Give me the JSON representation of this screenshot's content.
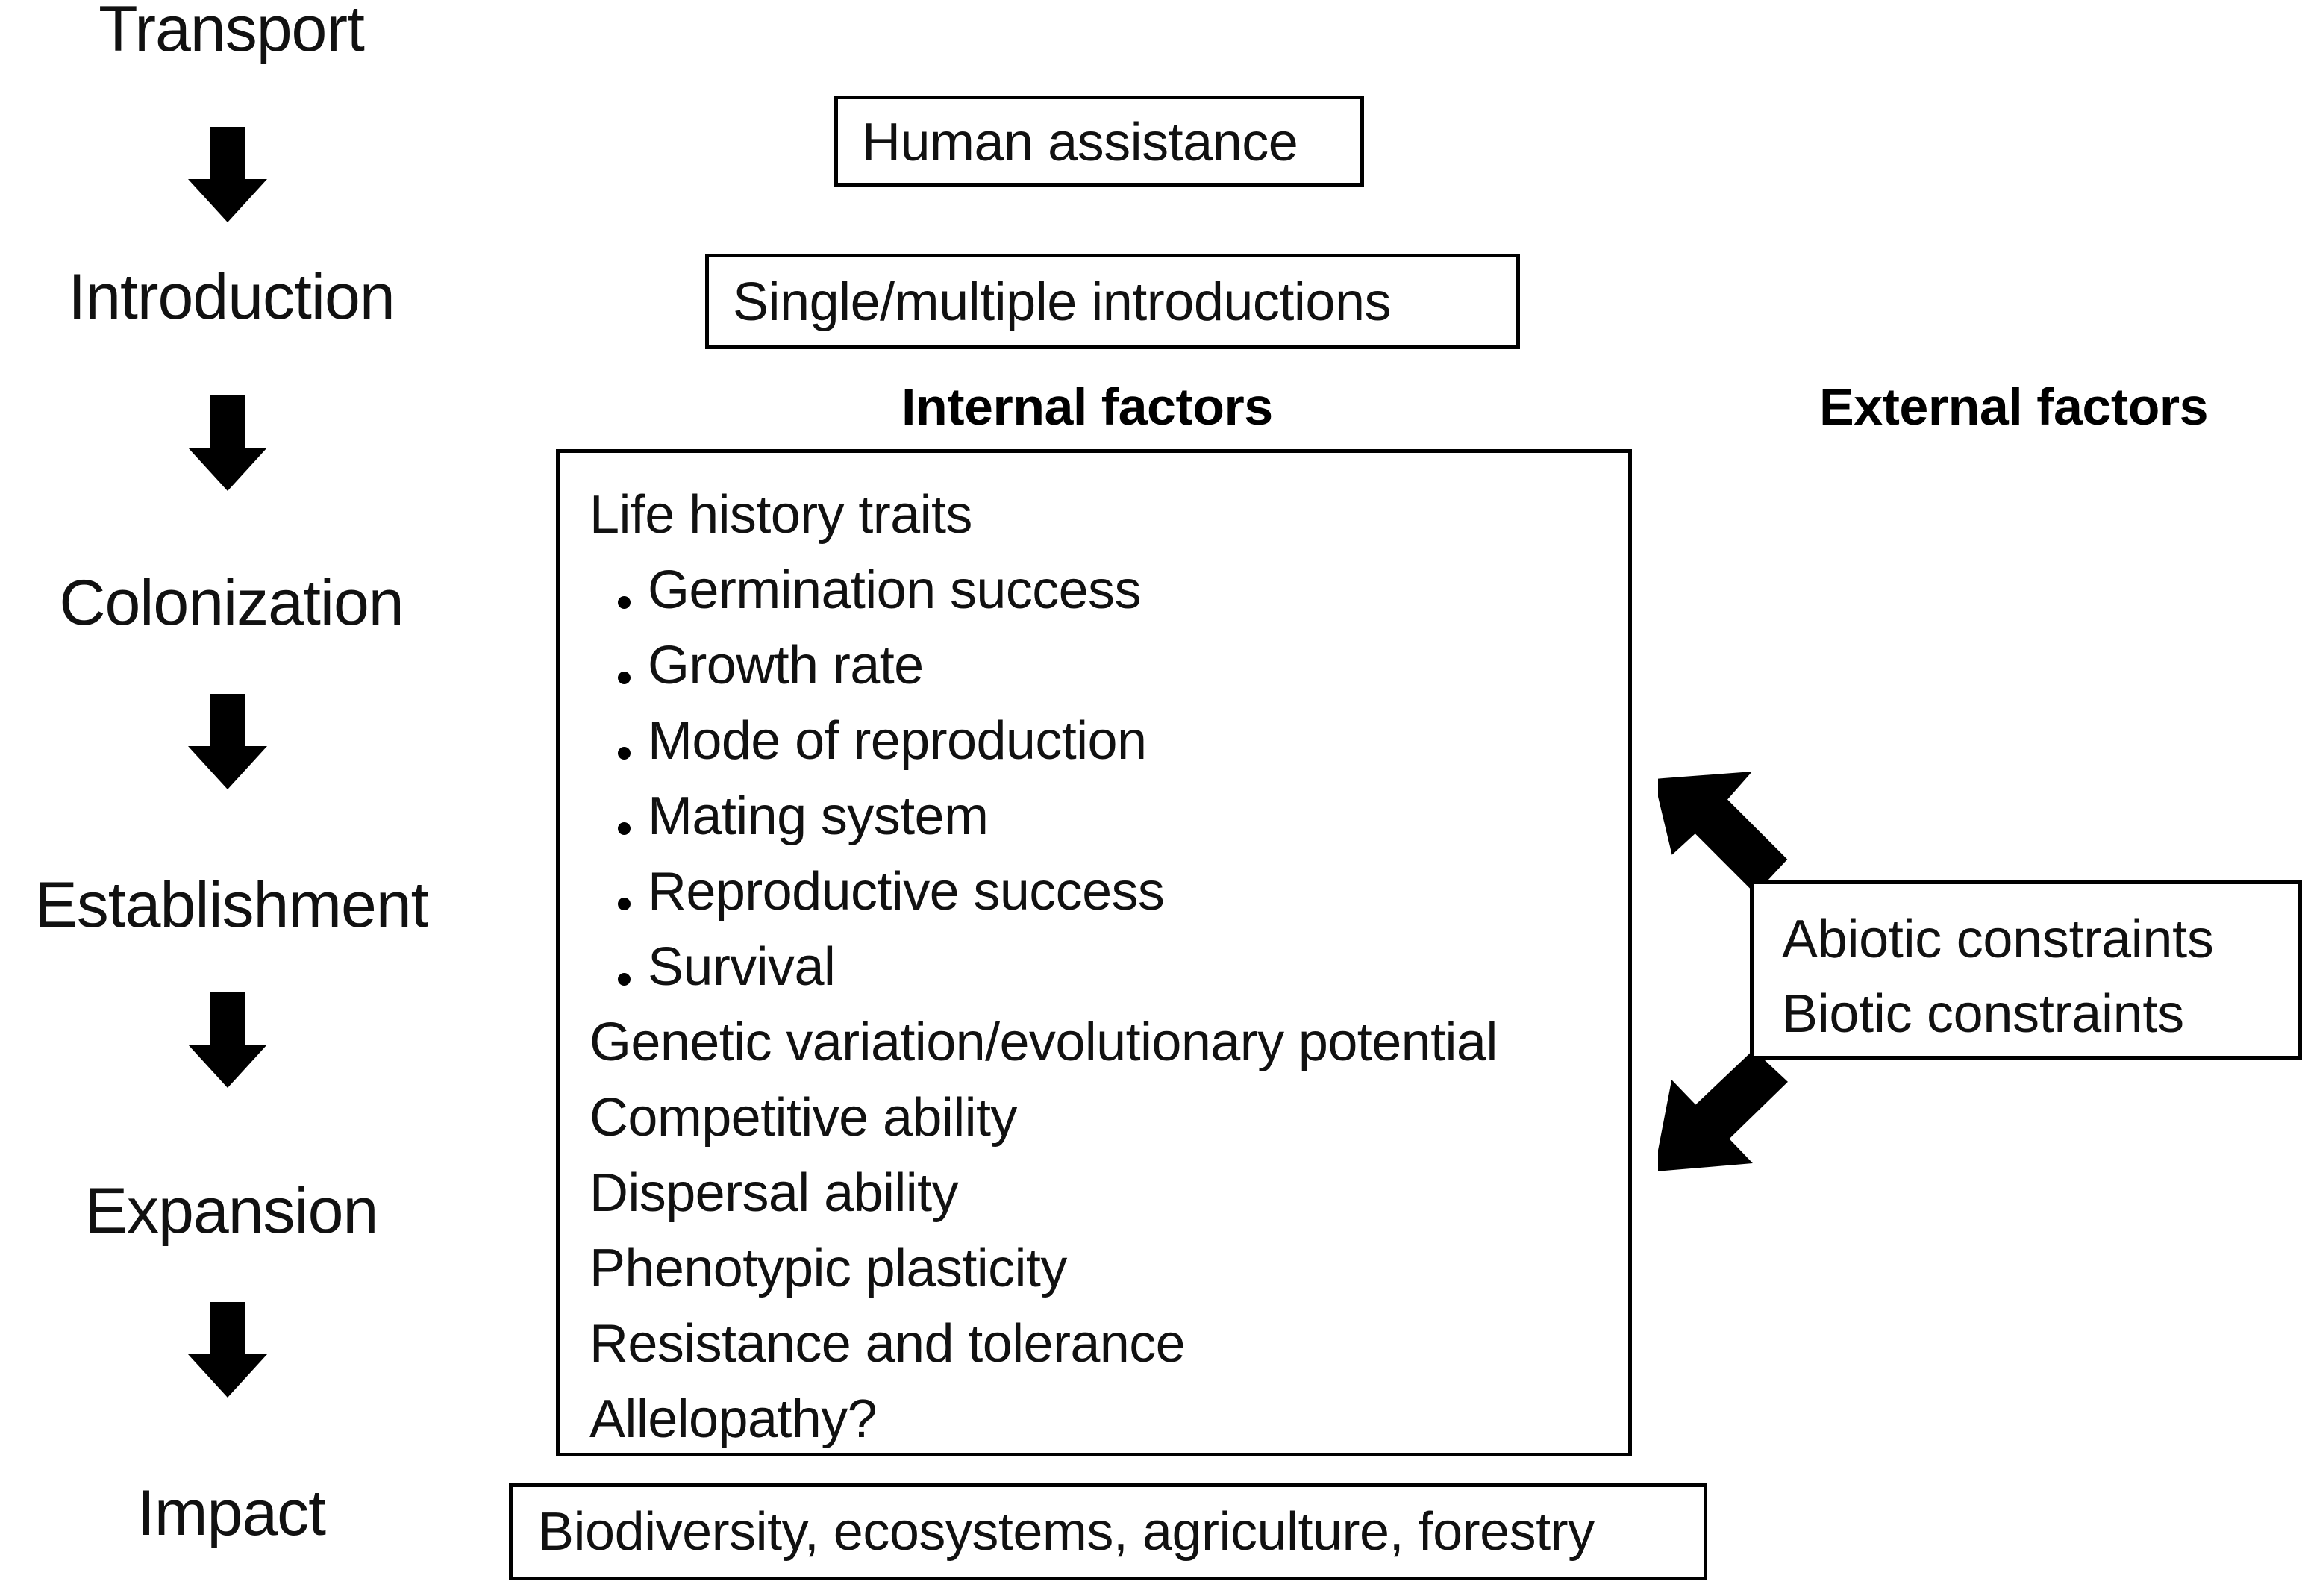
{
  "figure": {
    "type": "flow-diagram",
    "title_internal": "Internal factors",
    "title_external": "External factors"
  },
  "stages": [
    {
      "label": "Transport"
    },
    {
      "label": "Introduction"
    },
    {
      "label": "Colonization"
    },
    {
      "label": "Establishment"
    },
    {
      "label": "Expansion"
    },
    {
      "label": "Impact"
    }
  ],
  "arrows": {
    "down_icon": "down-arrow-icon",
    "up_left_icon": "arrow-up-left-icon",
    "down_left_icon": "arrow-down-left-icon",
    "count_down": 5
  },
  "boxes": {
    "human_assistance": "Human assistance",
    "introductions": "Single/multiple introductions",
    "impact": "Biodiversity, ecosystems, agriculture, forestry"
  },
  "internal_factors": {
    "heading": "Life history traits",
    "bullets": [
      "Germination success",
      "Growth rate",
      "Mode of reproduction",
      "Mating system",
      "Reproductive success",
      "Survival"
    ],
    "other_factors": [
      "Genetic variation/evolutionary potential",
      "Competitive ability",
      "Dispersal ability",
      "Phenotypic plasticity",
      "Resistance and tolerance",
      "Allelopathy?"
    ]
  },
  "external_factors": {
    "constraints": [
      "Abiotic constraints",
      "Biotic constraints"
    ]
  },
  "colors": {
    "background": "#ffffff",
    "ink": "#000000",
    "text": "#111111",
    "border": "#000000"
  }
}
